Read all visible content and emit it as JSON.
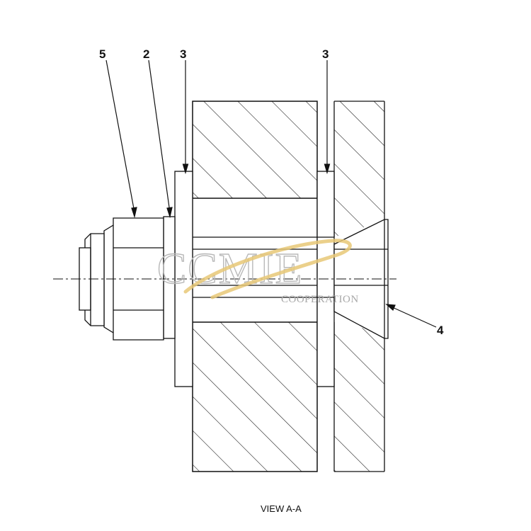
{
  "callouts": {
    "c5": "5",
    "c2": "2",
    "c3_left": "3",
    "c3_right": "3",
    "c4": "4"
  },
  "caption": "VIEW A-A",
  "watermark": {
    "logo": "CCMIE",
    "subtitle": "COOPERATION",
    "swoosh_color": "#e8c877"
  }
}
